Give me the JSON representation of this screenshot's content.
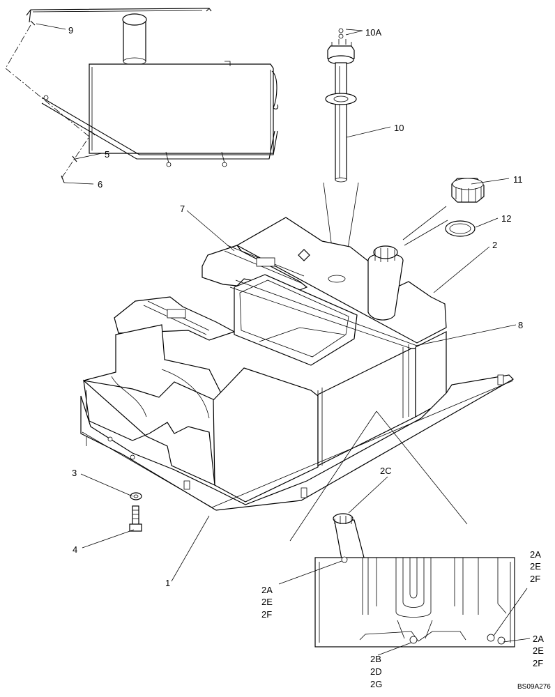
{
  "callouts": {
    "c9": "9",
    "c10a": "10A",
    "c10": "10",
    "c11": "11",
    "c12": "12",
    "c5": "5",
    "c6": "6",
    "c7": "7",
    "c2": "2",
    "c8": "8",
    "c3": "3",
    "c2c": "2C",
    "c4": "4",
    "c1": "1",
    "inset_left": [
      "2A",
      "2E",
      "2F"
    ],
    "inset_topright": [
      "2A",
      "2E",
      "2F"
    ],
    "inset_right": [
      "2A",
      "2E",
      "2F"
    ],
    "inset_bottom": [
      "2B",
      "2D",
      "2G"
    ]
  },
  "drawing_ref": "BS09A276"
}
